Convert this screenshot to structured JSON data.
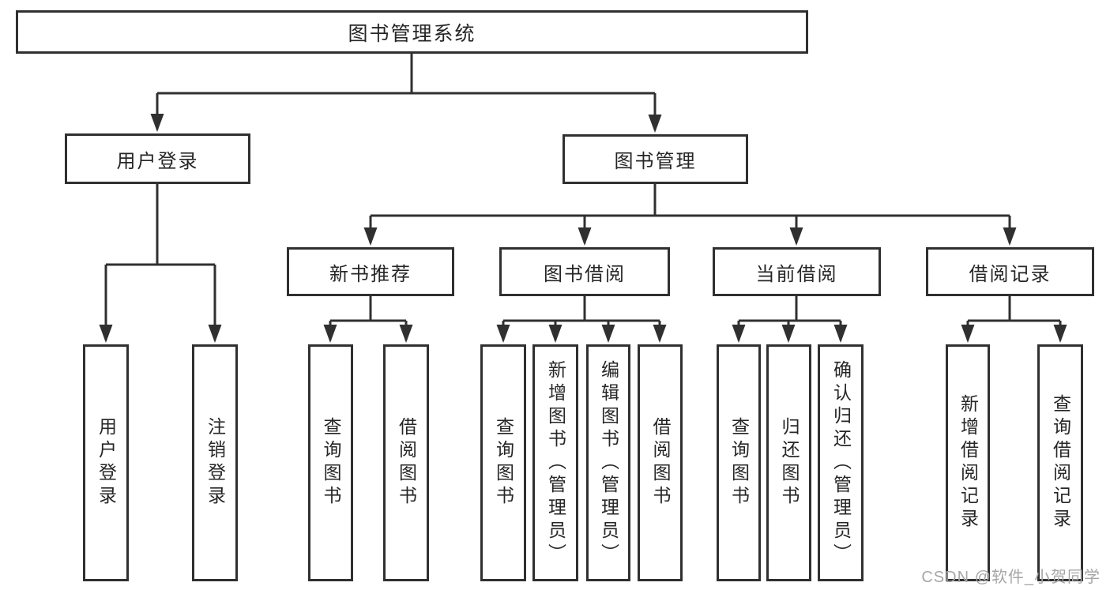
{
  "colors": {
    "line": "#303030",
    "text": "#262626",
    "background": "#ffffff",
    "watermark_gray": "#a6a6a6"
  },
  "watermark": {
    "text": "CSDN @软件_小贺同学"
  },
  "tree": {
    "root": {
      "label": "图书管理系统"
    },
    "level2": [
      {
        "label": "用户登录",
        "children": [
          {
            "label": "用户登录"
          },
          {
            "label": "注销登录"
          }
        ]
      },
      {
        "label": "图书管理"
      }
    ],
    "level3": [
      {
        "label": "新书推荐",
        "children": [
          {
            "label": "查询图书"
          },
          {
            "label": "借阅图书"
          }
        ]
      },
      {
        "label": "图书借阅",
        "children": [
          {
            "label": "查询图书"
          },
          {
            "label": "新增图书（管理员）"
          },
          {
            "label": "编辑图书（管理员）"
          },
          {
            "label": "借阅图书"
          }
        ]
      },
      {
        "label": "当前借阅",
        "children": [
          {
            "label": "查询图书"
          },
          {
            "label": "归还图书"
          },
          {
            "label": "确认归还（管理员）"
          }
        ]
      },
      {
        "label": "借阅记录",
        "children": [
          {
            "label": "新增借阅记录"
          },
          {
            "label": "查询借阅记录"
          }
        ]
      }
    ]
  }
}
